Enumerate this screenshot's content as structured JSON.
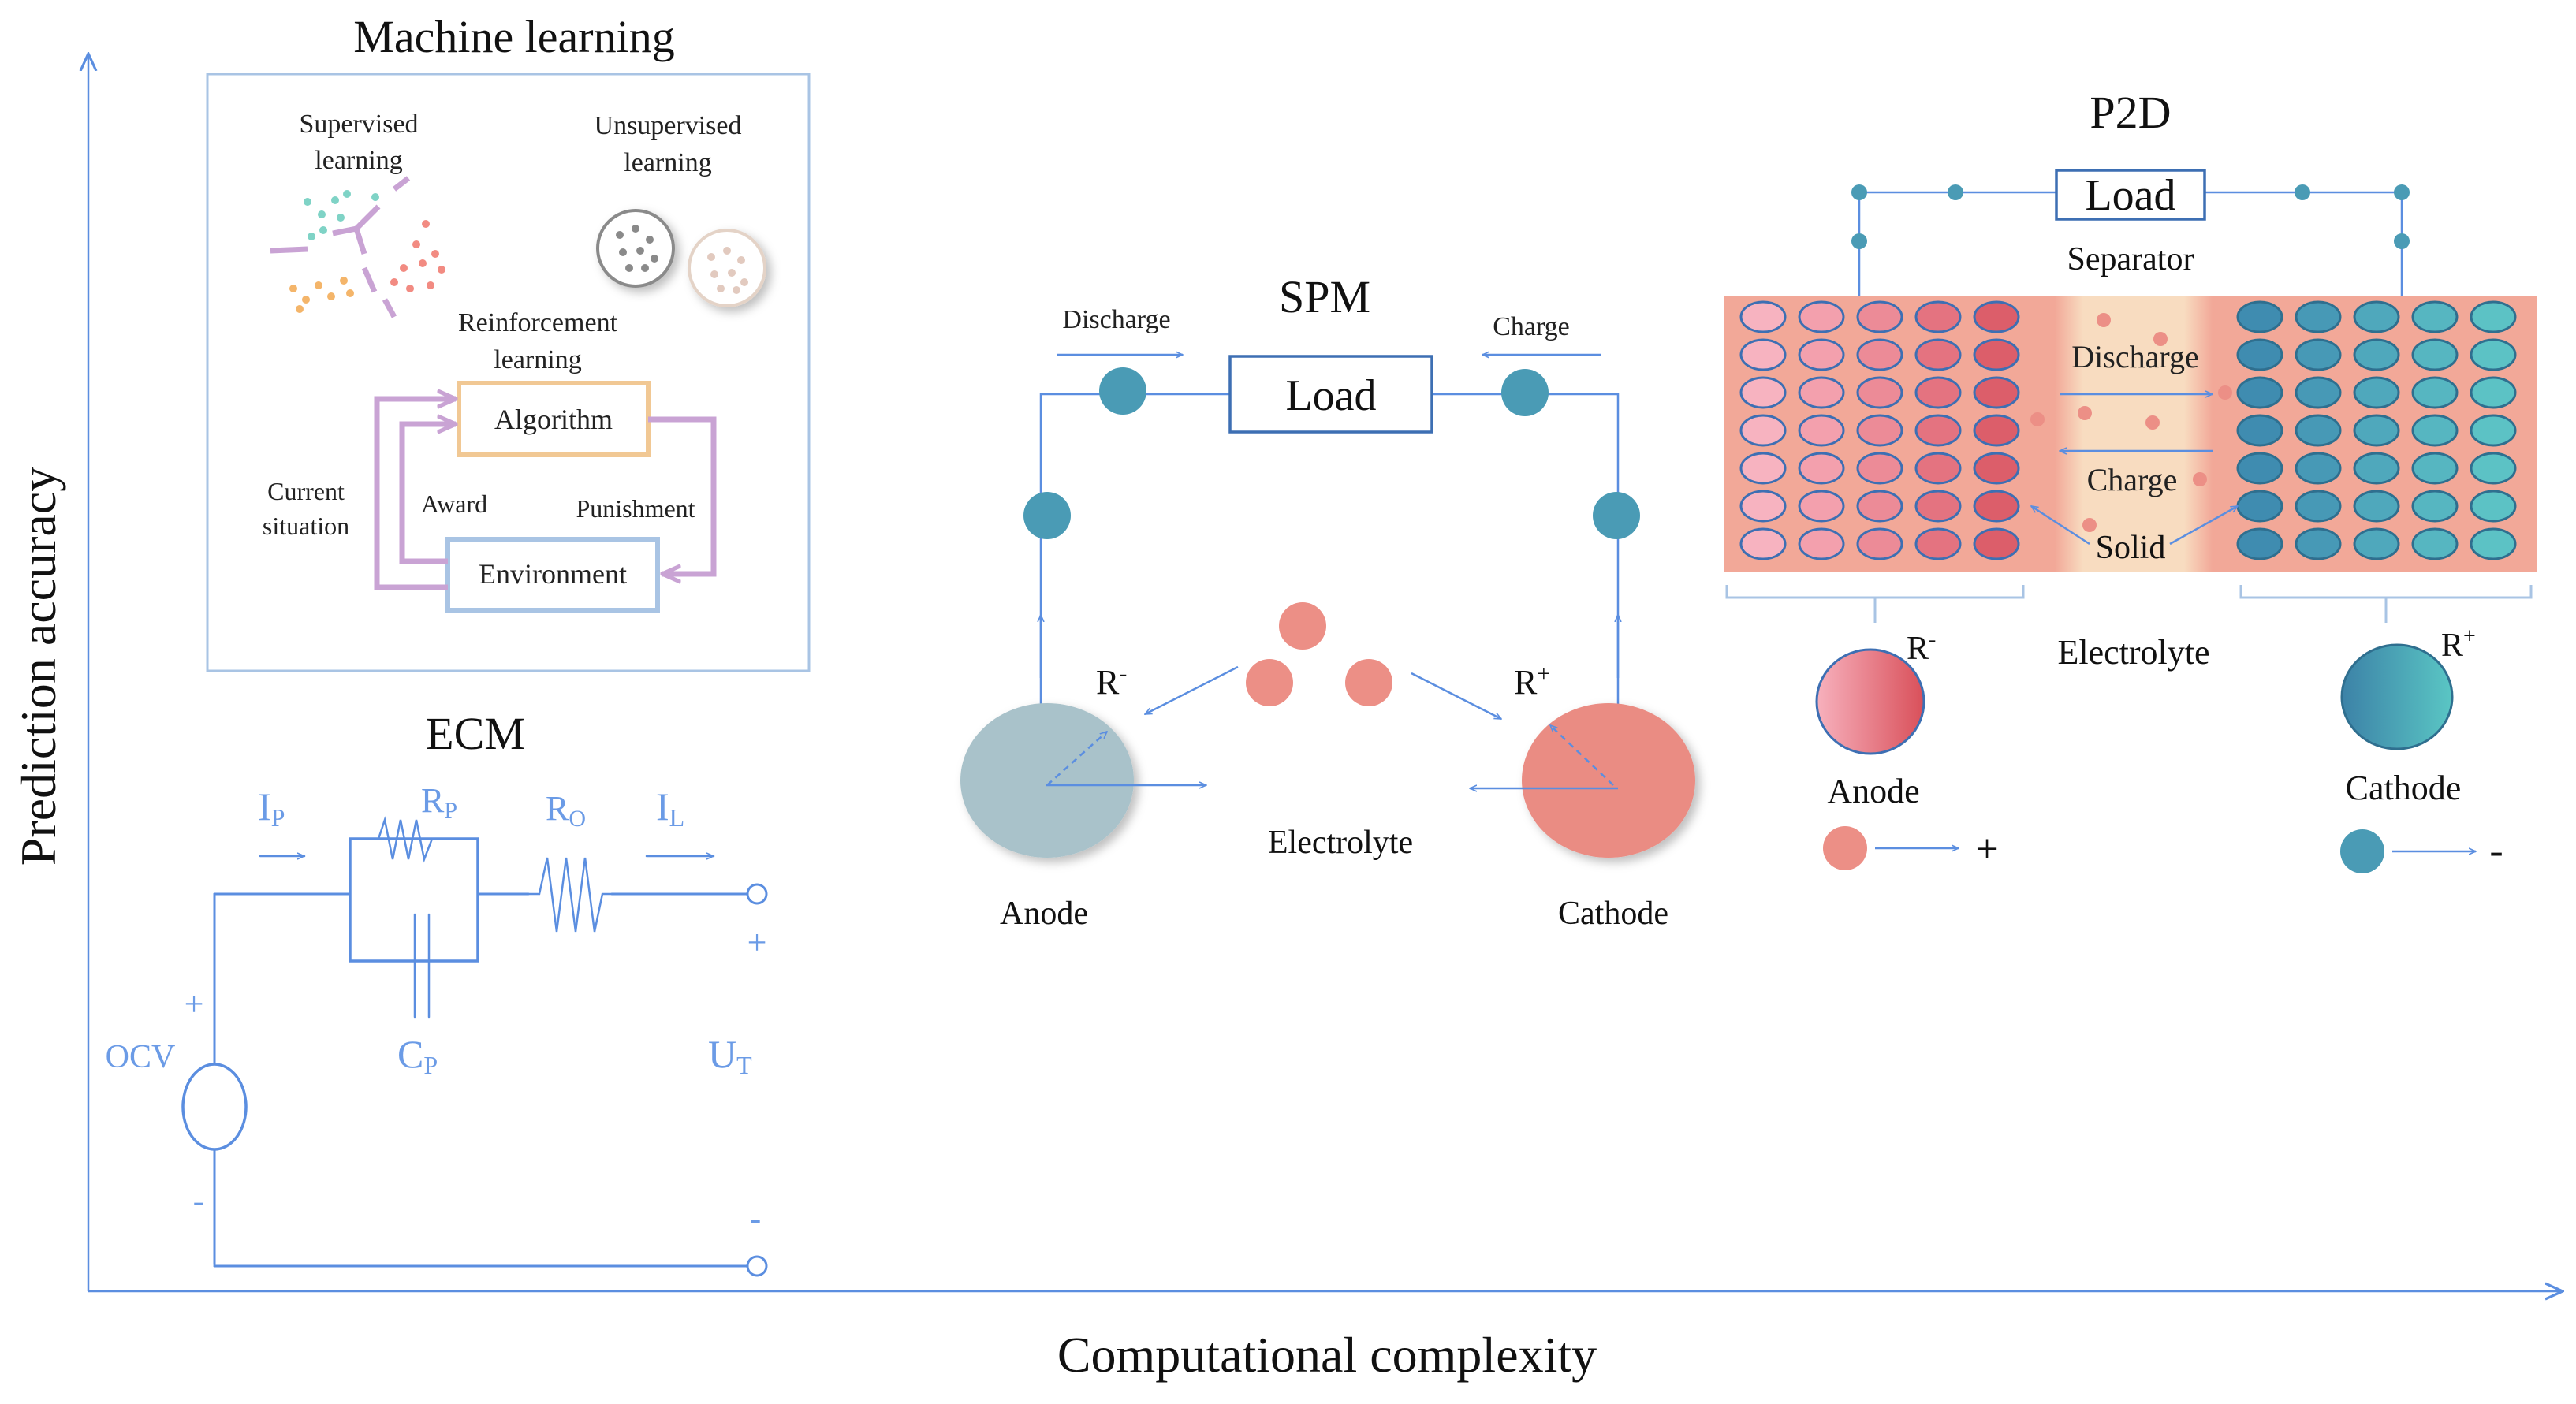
{
  "axes": {
    "y_label": "Prediction accuracy",
    "x_label": "Computational complexity"
  },
  "ml": {
    "title": "Machine learning",
    "supervised": [
      "Supervised",
      "learning"
    ],
    "unsupervised": [
      "Unsupervised",
      "learning"
    ],
    "reinforcement": [
      "Reinforcement",
      "learning"
    ],
    "algorithm": "Algorithm",
    "environment": "Environment",
    "current_situation": [
      "Current",
      "situation"
    ],
    "award": "Award",
    "punishment": "Punishment"
  },
  "ecm": {
    "title": "ECM",
    "ocv": "OCV",
    "plus": "+",
    "minus": "-",
    "ip_main": "I",
    "ip_sub": "P",
    "rp_main": "R",
    "rp_sub": "P",
    "ro_main": "R",
    "ro_sub": "O",
    "il_main": "I",
    "il_sub": "L",
    "cp_main": "C",
    "cp_sub": "P",
    "ut_main": "U",
    "ut_sub": "T"
  },
  "spm": {
    "title": "SPM",
    "discharge": "Discharge",
    "charge": "Charge",
    "load": "Load",
    "r_minus_main": "R",
    "r_minus_sup": "-",
    "r_plus_main": "R",
    "r_plus_sup": "+",
    "electrolyte": "Electrolyte",
    "anode": "Anode",
    "cathode": "Cathode"
  },
  "p2d": {
    "title": "P2D",
    "load": "Load",
    "separator": "Separator",
    "discharge": "Discharge",
    "charge": "Charge",
    "solid": "Solid",
    "electrolyte": "Electrolyte",
    "r_minus_main": "R",
    "r_minus_sup": "-",
    "r_plus_main": "R",
    "r_plus_sup": "+",
    "anode": "Anode",
    "cathode": "Cathode",
    "plus": "+",
    "minus": "-"
  },
  "colors": {
    "line_blue": "#5b8ee0",
    "teal_ion": "#4a9bb5",
    "salmon_ion": "#ec8f86",
    "purple": "#c9a3d4",
    "algo_orange": "#f1c894",
    "env_blue": "#a9c4e4",
    "anode_grey": "#a9c2ca",
    "cathode_salmon": "#ea8c83"
  }
}
